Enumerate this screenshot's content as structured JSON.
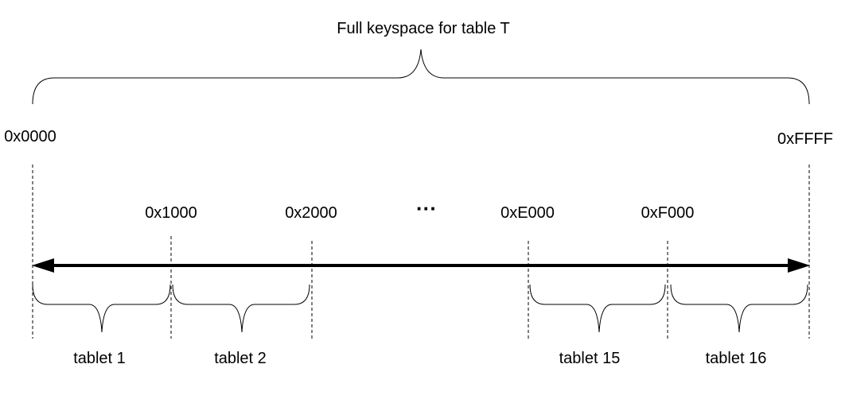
{
  "title": "Full keyspace for table T",
  "range_start": "0x0000",
  "range_end": "0xFFFF",
  "boundaries": [
    "0x1000",
    "0x2000",
    "0xE000",
    "0xF000"
  ],
  "ellipsis": "···",
  "tablets": [
    "tablet 1",
    "tablet 2",
    "tablet 15",
    "tablet 16"
  ]
}
